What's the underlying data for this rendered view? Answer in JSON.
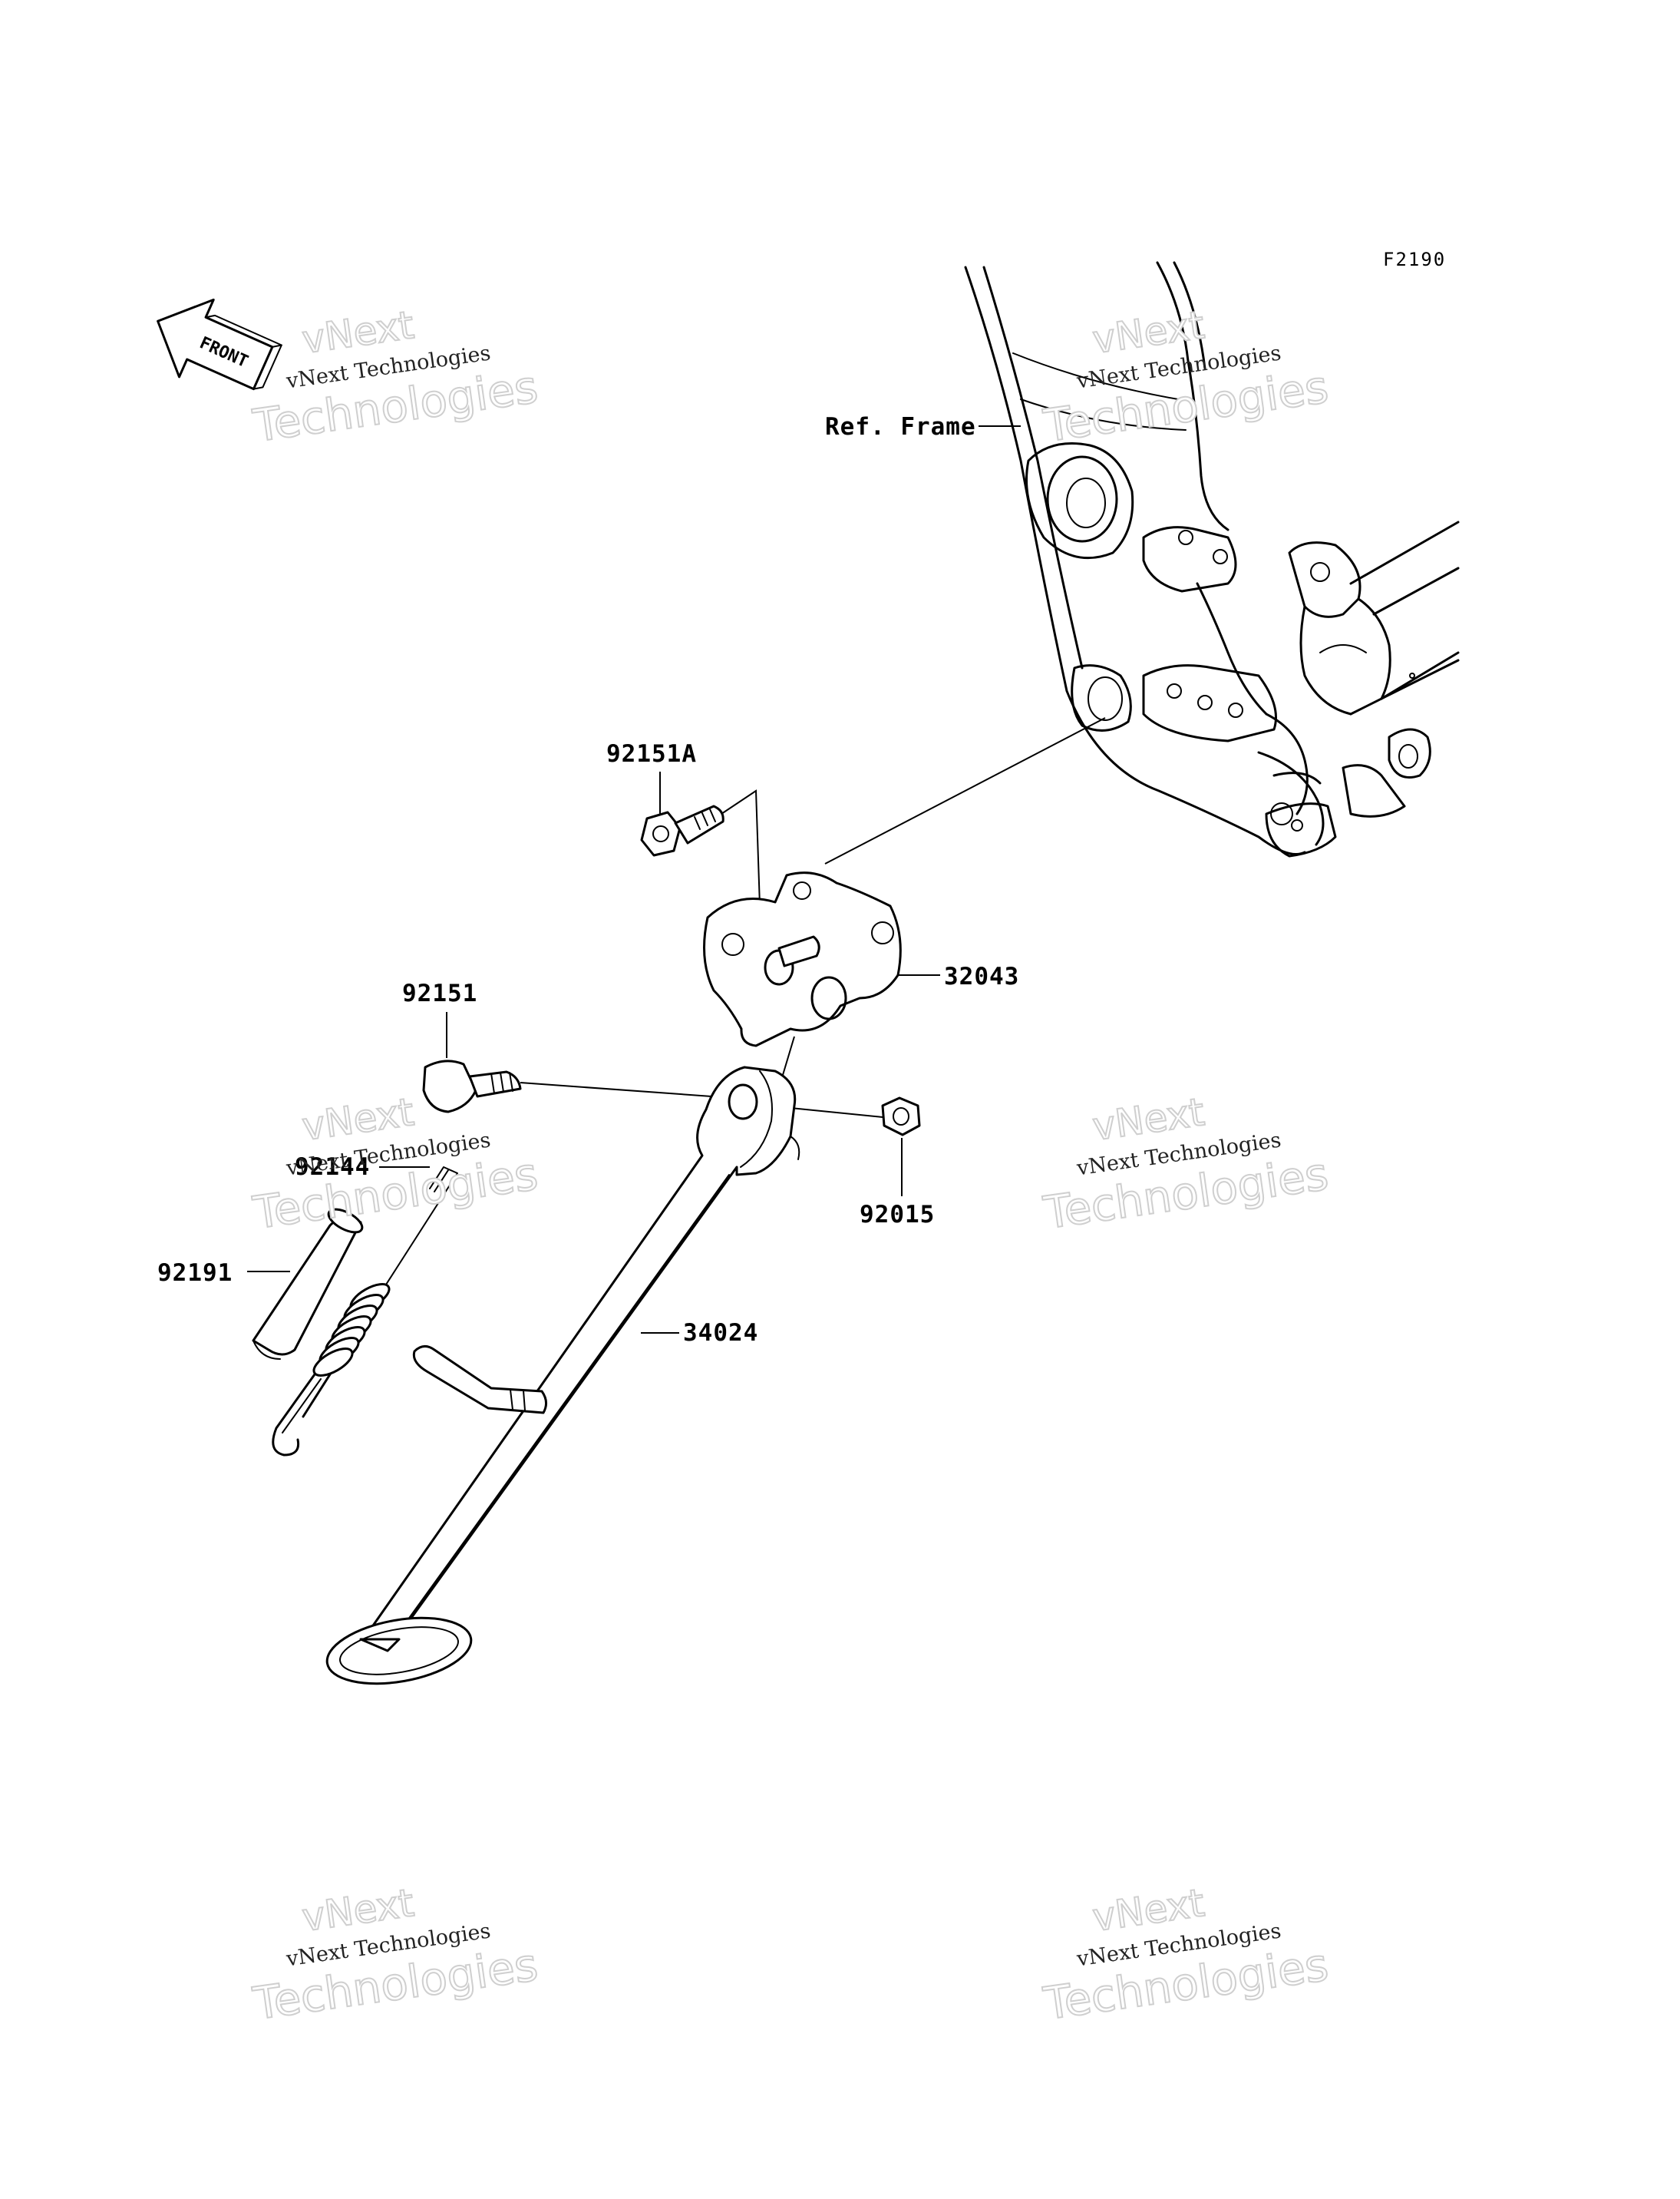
{
  "diagram_code": "F2190",
  "front_arrow": {
    "label": "FRONT",
    "icon": "front-arrow-icon"
  },
  "reference": {
    "label": "Ref. Frame"
  },
  "parts": [
    {
      "id": "92151A",
      "label": "92151A"
    },
    {
      "id": "32043",
      "label": "32043"
    },
    {
      "id": "92151",
      "label": "92151"
    },
    {
      "id": "92144",
      "label": "92144"
    },
    {
      "id": "92015",
      "label": "92015"
    },
    {
      "id": "92191",
      "label": "92191"
    },
    {
      "id": "34024",
      "label": "34024"
    }
  ],
  "watermark": {
    "line1": "vNext",
    "line2": "vNext Technologies",
    "line3": "Technologies"
  },
  "colors": {
    "ink": "#000000",
    "paper": "#ffffff",
    "watermark": "#cfcfcf"
  }
}
